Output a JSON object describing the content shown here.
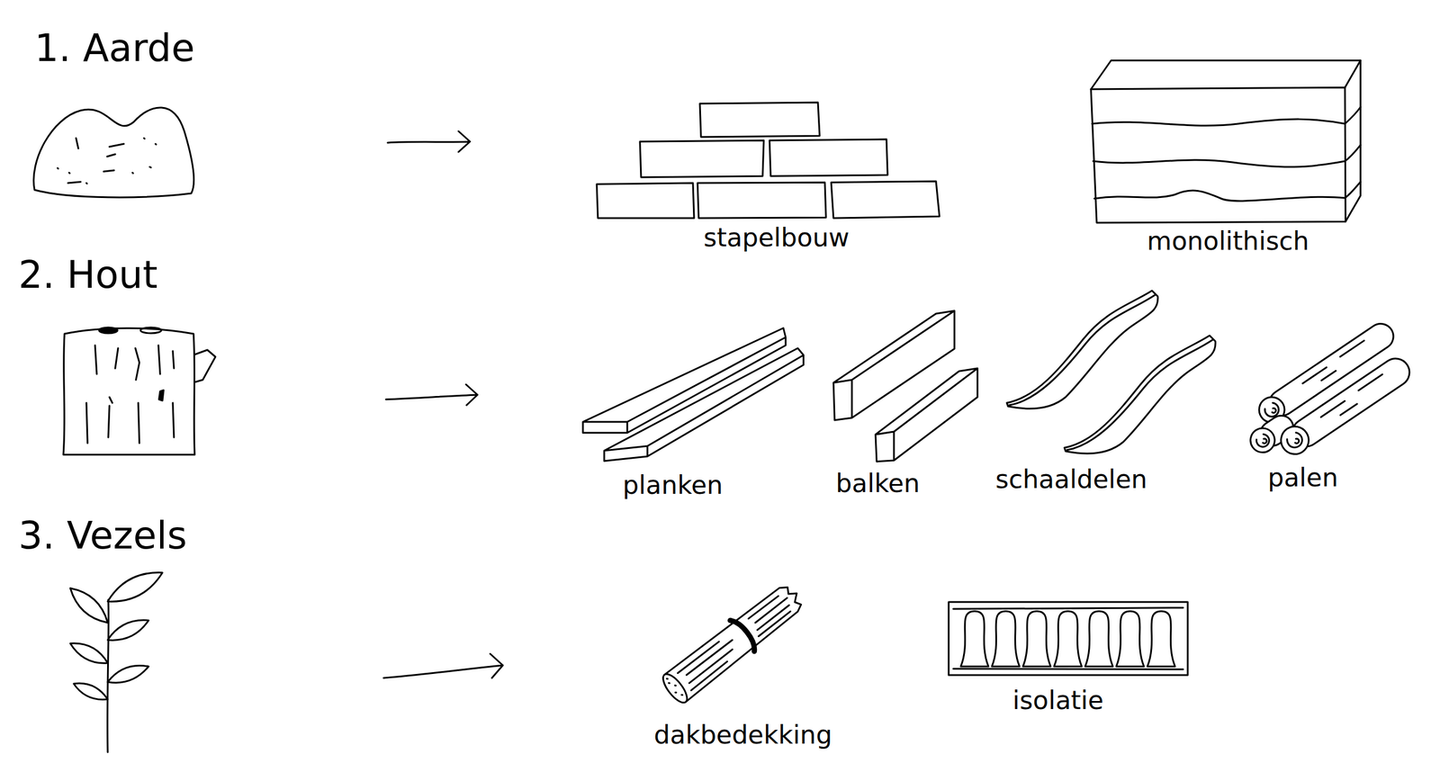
{
  "diagram": {
    "labels": [
      "1. Aarde",
      "stapelbouw",
      "monolithisch",
      "2. Hout",
      "planken",
      "balken",
      "schaaldelen",
      "palen",
      "3. Vezels",
      "dakbedekking",
      "isolatie"
    ]
  }
}
